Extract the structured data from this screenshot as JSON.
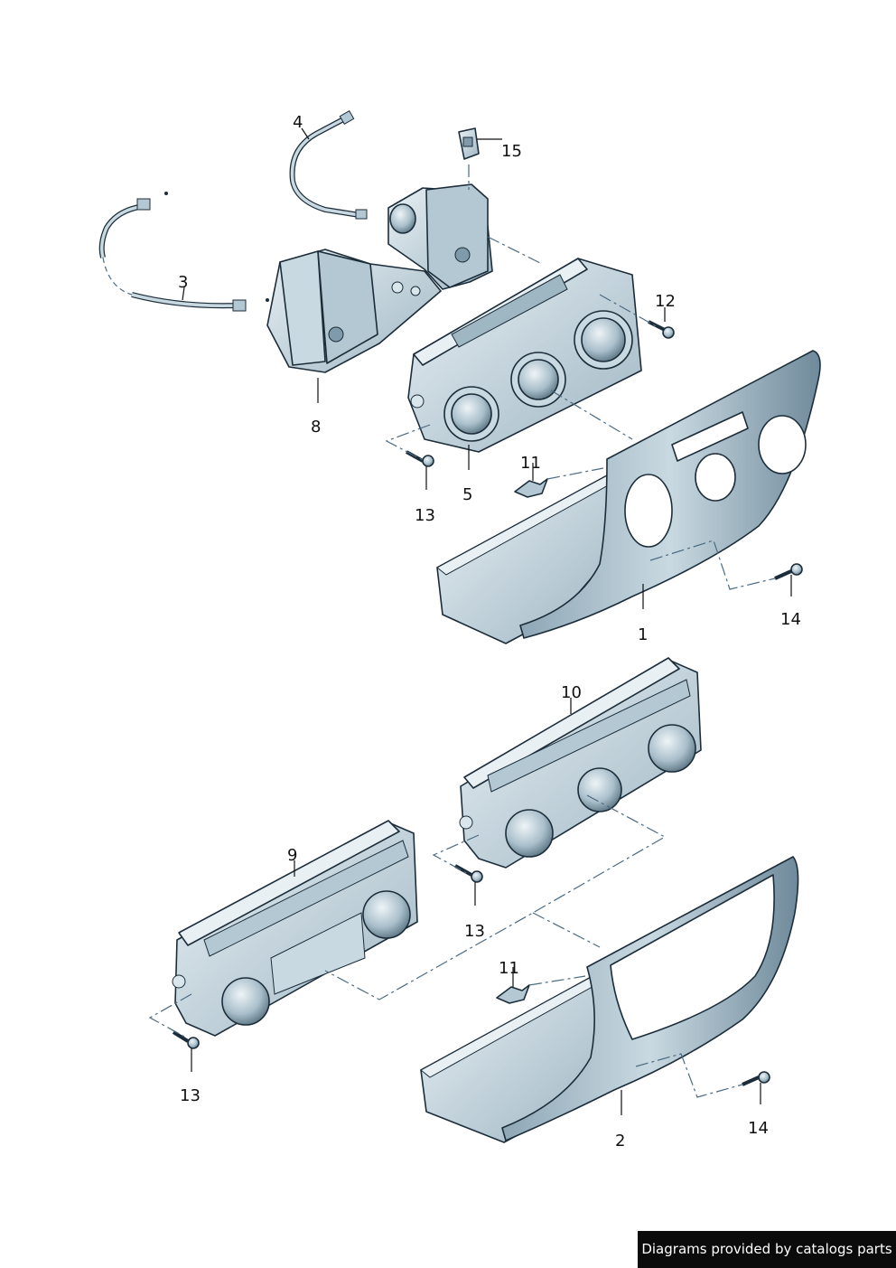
{
  "diagram": {
    "callouts": {
      "c1": "1",
      "c2": "2",
      "c3": "3",
      "c4": "4",
      "c5": "5",
      "c8": "8",
      "c9": "9",
      "c10": "10",
      "c11a": "11",
      "c11b": "11",
      "c12": "12",
      "c13a": "13",
      "c13b": "13",
      "c13c": "13",
      "c14a": "14",
      "c14b": "14",
      "c15": "15"
    },
    "colors": {
      "fill_light": "#d9e6ec",
      "fill_mid": "#b3c8d2",
      "fill_dark": "#7f9aab",
      "outline": "#1c2d3a",
      "leader_dash": "#4b6b82"
    }
  },
  "credit": "Diagrams provided by catalogs parts"
}
